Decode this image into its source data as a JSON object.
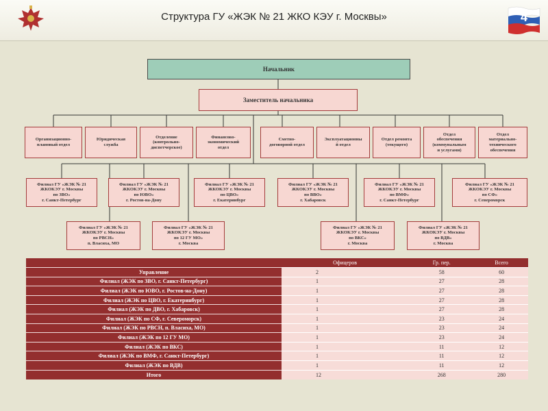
{
  "title": "Структура ГУ «ЖЭК № 21 ЖКО КЭУ г. Москвы»",
  "page_number": "4",
  "colors": {
    "header_box": "#9ecdb8",
    "box_fill": "#f7d7d2",
    "box_border": "#a33a3a",
    "table_header": "#932e2e",
    "table_cell": "#f7dcd8"
  },
  "org": {
    "head": "Начальник",
    "deputy": "Заместитель начальника",
    "departments": [
      "Организационно-\nплановый отдел",
      "Юридическая\nслужба",
      "Отделение\n(контрольно-\nдиспетчерское)",
      "Финансово-\nэкономический\nотдел",
      "Сметно-\nдоговорной отдел",
      "Эксплуатационны\nй отдел",
      "Отдел ремонта\n(текущего)",
      "Отдел\nобеспечения\n(коммунальным\nи услугами)",
      "Отдел\nматериально-\nтехнического\nобеспечения"
    ],
    "branches": [
      "Филиал ГУ «ЖЭК № 21\nЖКОКЭУ г. Москвы\nпо ЗВО»\nг. Санкт-Петербург",
      "Филиал ГУ «ЖЭК № 21\nЖКОКЭУ г. Москвы\nпо ЮВО»\nг. Ростов-на-Дону",
      "Филиал ГУ «ЖЭК № 21\nЖКОКЭУ г. Москвы\nпо ЦВО»\nг. Екатеринбург",
      "Филиал ГУ «ЖЭК № 21\nЖКОКЭУ г. Москвы\nпо ВВО»\nг. Хабаровск",
      "Филиал ГУ «ЖЭК № 21\nЖКОКЭУ г. Москвы\nпо ВМФ»\nг. Санкт-Петербург",
      "Филиал ГУ «ЖЭК № 21\nЖКОКЭУ г. Москвы\nпо СФ»\nг. Североморск",
      "Филиал ГУ «ЖЭК № 21\nЖКОКЭУ г. Москвы\nпо РВСН»\nп. Власиха, МО",
      "Филиал ГУ «ЖЭК № 21\nЖКОКЭУ г. Москвы\nпо 12 ГУ МО»\nг. Москва",
      "Филиал ГУ «ЖЭК № 21\nЖКОКЭУ г. Москвы\nпо ВКС»\nг. Москва",
      "Филиал ГУ «ЖЭК № 21\nЖКОКЭУ г. Москвы\nпо ВДВ»\nг. Москва"
    ]
  },
  "table": {
    "columns": [
      "",
      "Офицеров",
      "Гр. пер.",
      "Всего"
    ],
    "rows": [
      {
        "name": "Управление",
        "officers": "2",
        "civil": "58",
        "total": "60"
      },
      {
        "name": "Филиал (ЖЭК по ЗВО, г. Санкт-Петербург)",
        "officers": "1",
        "civil": "27",
        "total": "28"
      },
      {
        "name": "Филиал (ЖЭК по ЮВО, г. Ростов-на-Дону)",
        "officers": "1",
        "civil": "27",
        "total": "28"
      },
      {
        "name": "Филиал (ЖЭК по ЦВО, г. Екатеринбург)",
        "officers": "1",
        "civil": "27",
        "total": "28"
      },
      {
        "name": "Филиал (ЖЭК по ДВО, г. Хабаровск)",
        "officers": "1",
        "civil": "27",
        "total": "28"
      },
      {
        "name": "Филиал (ЖЭК по СФ, г. Североморск)",
        "officers": "1",
        "civil": "23",
        "total": "24"
      },
      {
        "name": "Филиал (ЖЭК по РВСН, п. Власиха, МО)",
        "officers": "1",
        "civil": "23",
        "total": "24"
      },
      {
        "name": "Филиал (ЖЭК по 12 ГУ МО)",
        "officers": "1",
        "civil": "23",
        "total": "24"
      },
      {
        "name": "Филиал (ЖЭК по ВКС)",
        "officers": "1",
        "civil": "11",
        "total": "12"
      },
      {
        "name": "Филиал (ЖЭК по ВМФ, г. Санкт-Петербург)",
        "officers": "1",
        "civil": "11",
        "total": "12"
      },
      {
        "name": "Филиал (ЖЭК по ВДВ)",
        "officers": "1",
        "civil": "11",
        "total": "12"
      },
      {
        "name": "Итого",
        "officers": "12",
        "civil": "268",
        "total": "280"
      }
    ]
  }
}
